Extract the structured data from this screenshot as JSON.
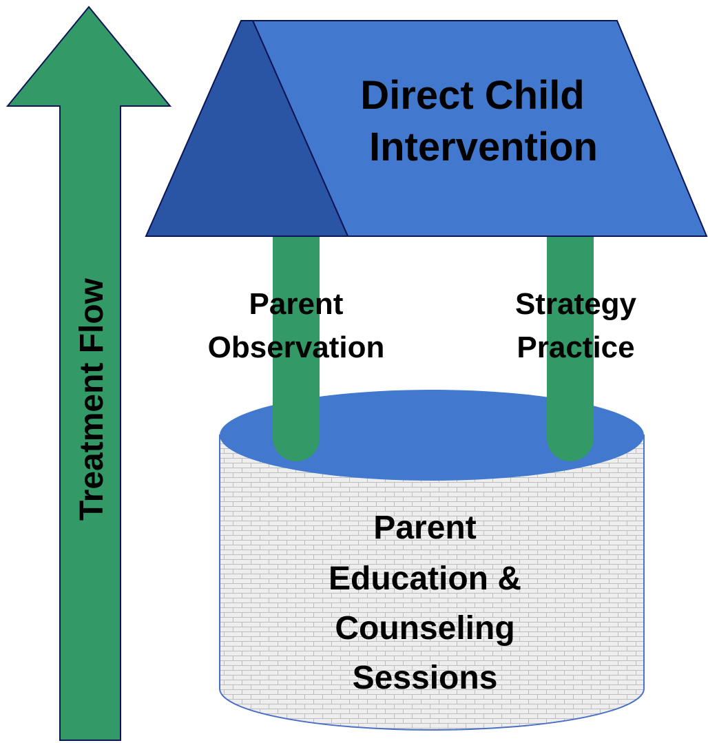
{
  "arrow": {
    "label": "Treatment Flow"
  },
  "roof": {
    "line1": "Direct Child",
    "line2": "Intervention"
  },
  "pillars": {
    "left": {
      "line1": "Parent",
      "line2": "Observation"
    },
    "right": {
      "line1": "Strategy",
      "line2": "Practice"
    }
  },
  "well": {
    "line1": "Parent",
    "line2": "Education &",
    "line3": "Counseling",
    "line4": "Sessions"
  },
  "colors": {
    "green": "#339966",
    "blue": "#4279cf",
    "dark_blue": "#2a55a5",
    "outline": "#0a1456",
    "brick_fill": "#eeeeee",
    "brick_line": "#bdbdbd"
  }
}
